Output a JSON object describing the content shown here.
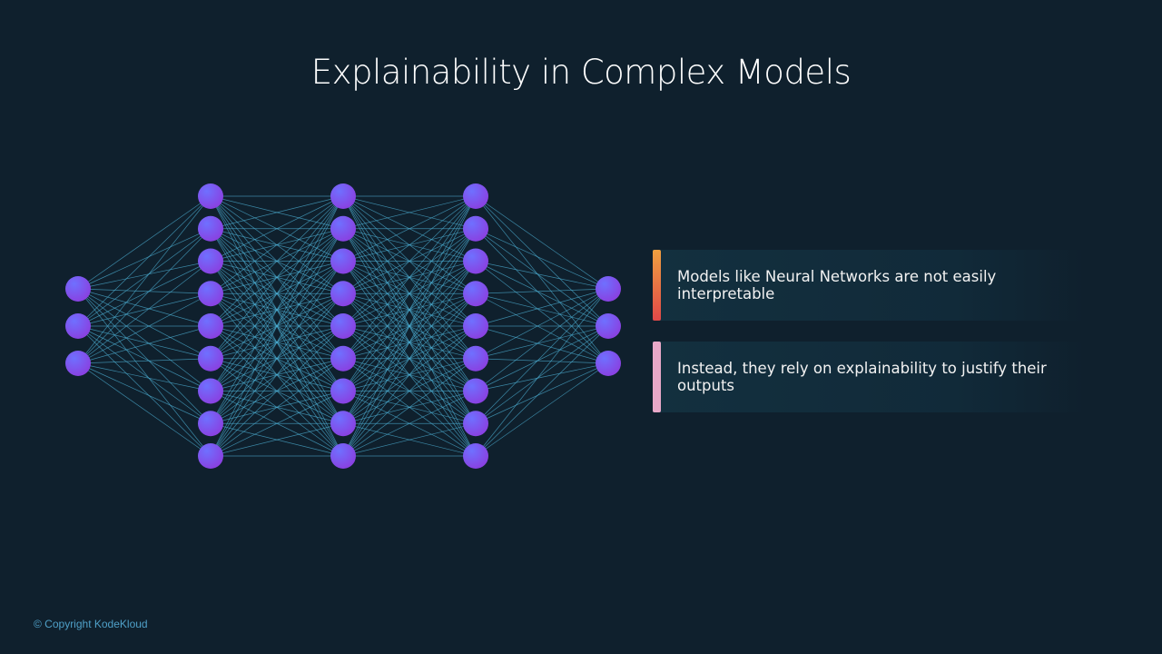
{
  "title": "Explainability in Complex Models",
  "network": {
    "layers": [
      3,
      9,
      9,
      9,
      3
    ],
    "node_color": "#7b4df5",
    "edge_color": "#4fb3d9"
  },
  "cards": [
    {
      "text": "Models like Neural Networks are not easily interpretable",
      "accent_top": "#f0a040",
      "accent_bottom": "#e04848"
    },
    {
      "text": "Instead, they rely on explainability to justify their outputs",
      "accent_top": "#e8a8c8",
      "accent_bottom": "#e8a8c8"
    }
  ],
  "footer": "© Copyright KodeKloud"
}
